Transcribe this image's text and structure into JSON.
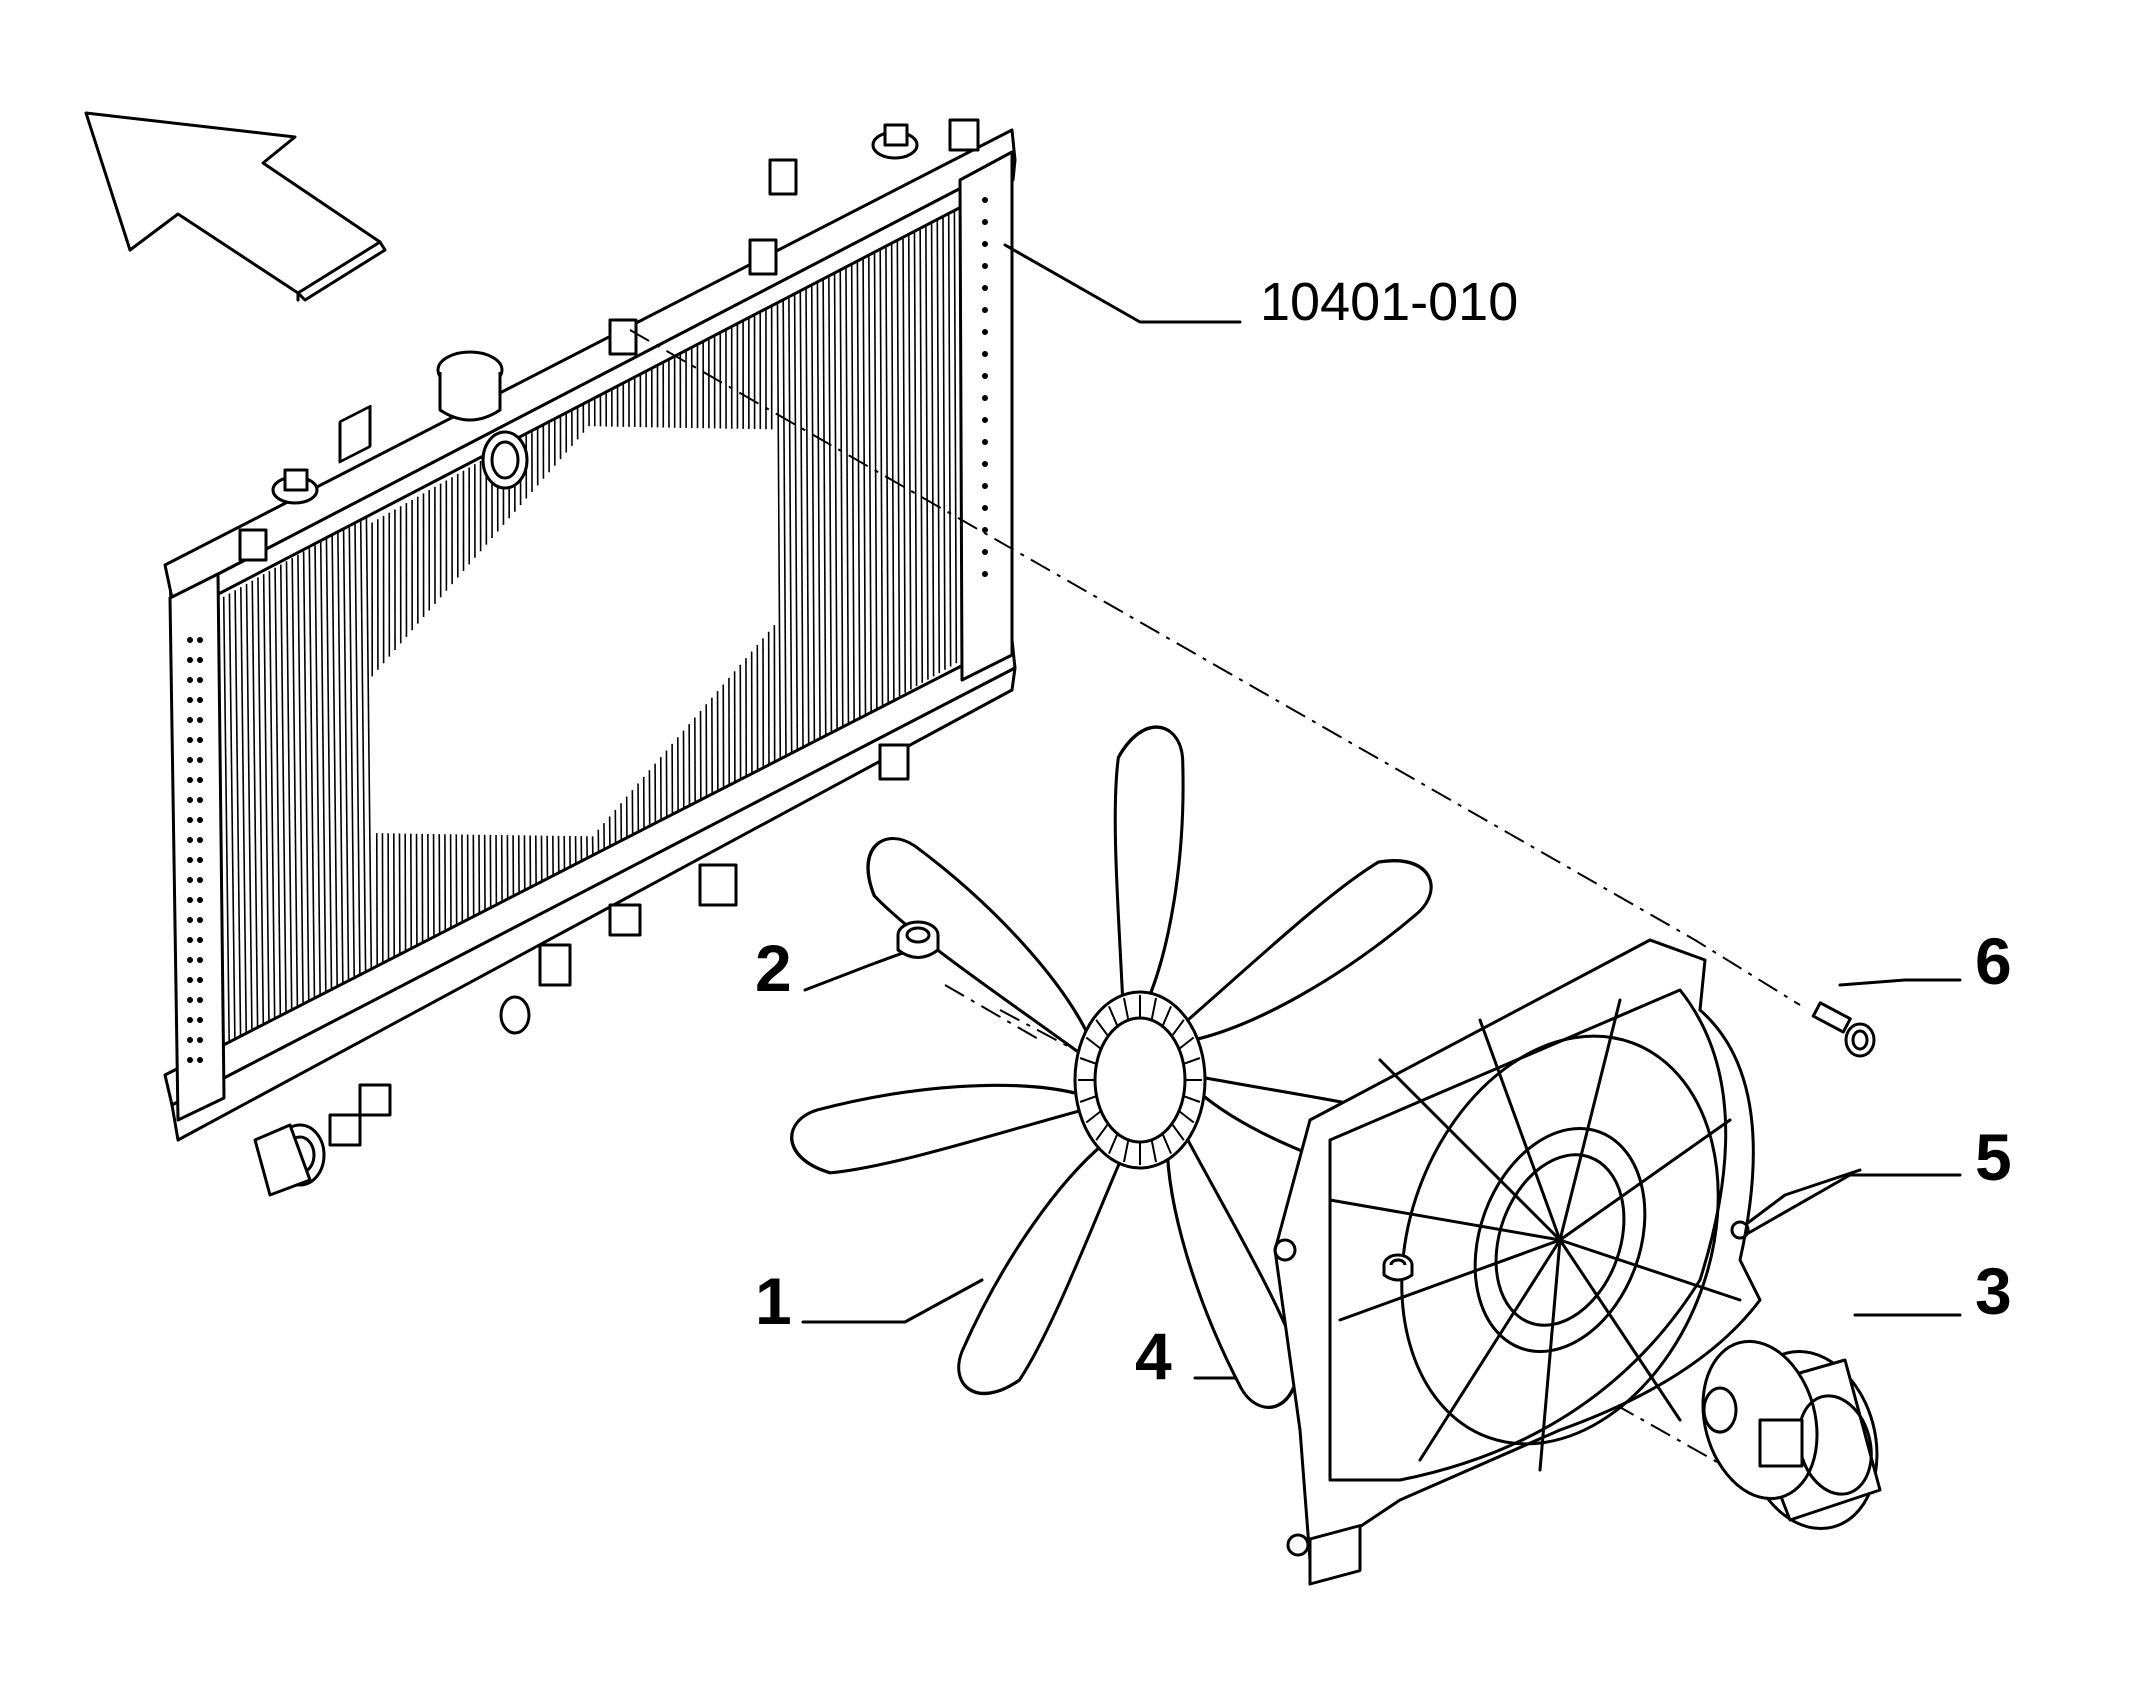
{
  "diagram": {
    "reference_label": "10401-010",
    "callouts": [
      {
        "id": "1",
        "label": "1"
      },
      {
        "id": "2",
        "label": "2"
      },
      {
        "id": "3",
        "label": "3"
      },
      {
        "id": "4",
        "label": "4"
      },
      {
        "id": "5",
        "label": "5"
      },
      {
        "id": "6",
        "label": "6"
      }
    ],
    "colors": {
      "ink": "#000000",
      "background": "#ffffff"
    }
  }
}
